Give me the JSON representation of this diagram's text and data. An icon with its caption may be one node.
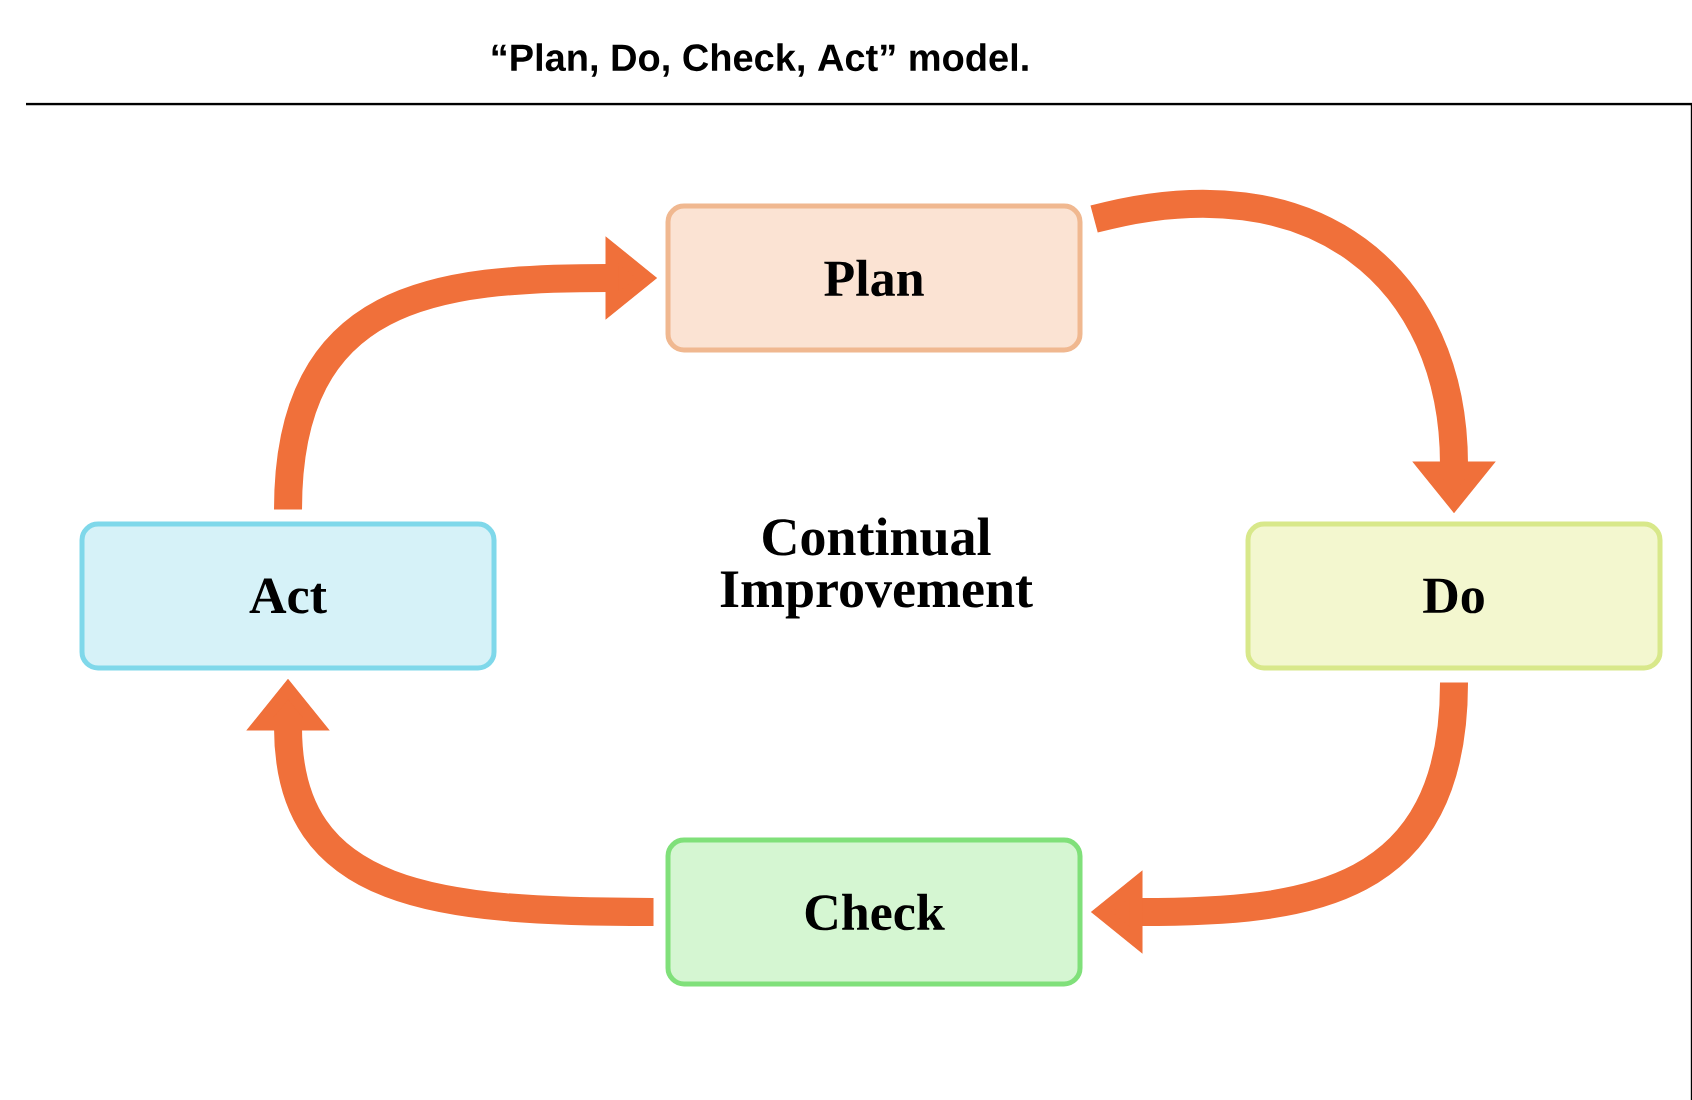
{
  "diagram": {
    "title": "“Plan, Do, Check, Act” model.",
    "nodes": [
      {
        "text": [
          "Plan"
        ]
      },
      {
        "text": [
          "Act"
        ]
      },
      {
        "text": [
          "Do"
        ]
      },
      {
        "text": [
          "Check"
        ]
      }
    ],
    "edges": [
      {
        "from": 0,
        "to": 2,
        "arrow": "to"
      },
      {
        "from": 2,
        "to": 3,
        "arrow": "to"
      },
      {
        "from": 3,
        "to": 1,
        "arrow": "to"
      },
      {
        "from": 1,
        "to": 0,
        "arrow": "to"
      }
    ],
    "labels": [
      "Continual Improvement"
    ]
  }
}
